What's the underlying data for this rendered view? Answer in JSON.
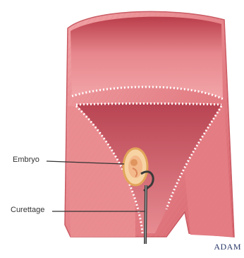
{
  "labels": {
    "embryo": "Embryo",
    "curettage": "Curettage"
  },
  "watermark": "ADAM",
  "colors": {
    "uterine_wall": "#e98a8e",
    "uterine_wall_dark": "#c94b55",
    "cavity": "#d46c74",
    "lining_dots": "#ffffff",
    "embryo_sac": "#f2c27a",
    "instrument": "#3a3a3a"
  }
}
